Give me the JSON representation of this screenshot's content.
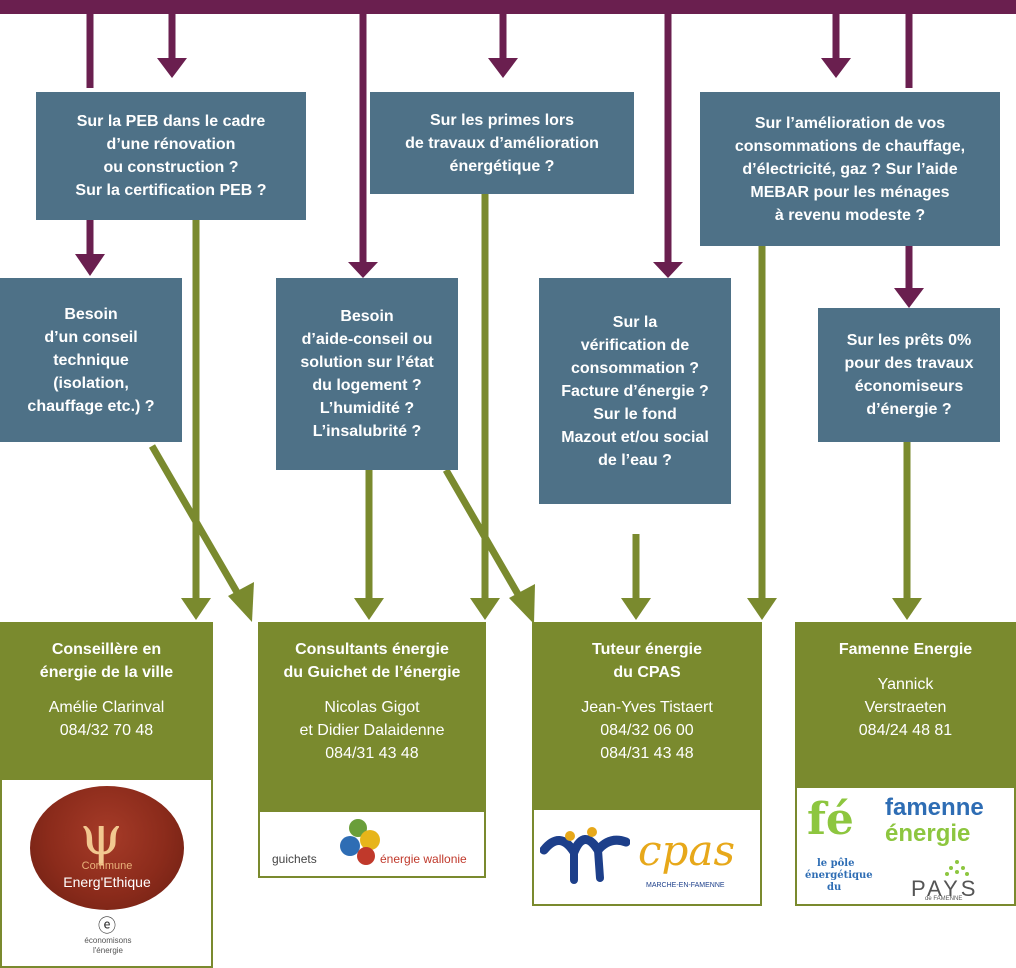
{
  "questions": [
    {
      "id": "peb",
      "lines": [
        "Sur la PEB dans le cadre",
        "d’une rénovation",
        "ou construction ?",
        "Sur la certification PEB ?"
      ]
    },
    {
      "id": "primes",
      "lines": [
        "Sur les primes lors",
        "de travaux d’amélioration",
        "énergétique ?"
      ]
    },
    {
      "id": "conso",
      "lines": [
        "Sur l’amélioration de vos",
        "consommations de chauffage,",
        "d’électricité, gaz ? Sur l’aide",
        "MEBAR pour les ménages",
        "à revenu modeste ?"
      ]
    },
    {
      "id": "conseil",
      "lines": [
        "Besoin",
        "d’un conseil",
        "technique",
        "(isolation,",
        "chauffage etc.) ?"
      ]
    },
    {
      "id": "logement",
      "lines": [
        "Besoin",
        "d’aide-conseil ou",
        "solution sur l’état",
        "du logement ?",
        "L’humidité ?",
        "L’insalubrité ?"
      ]
    },
    {
      "id": "verif",
      "lines": [
        "Sur la",
        "vérification de",
        "consommation ?",
        "Facture d’énergie ?",
        "Sur le fond",
        "Mazout et/ou social",
        "de l’eau ?"
      ]
    },
    {
      "id": "prets",
      "lines": [
        "Sur les prêts 0%",
        "pour des travaux",
        "économiseurs",
        "d’énergie ?"
      ]
    }
  ],
  "contacts": [
    {
      "title": [
        "Conseillère en",
        "énergie de la ville"
      ],
      "info": [
        "Amélie Clarinval",
        "084/32 70 48"
      ]
    },
    {
      "title": [
        "Consultants énergie",
        "du Guichet de l’énergie"
      ],
      "info": [
        "Nicolas Gigot",
        "et Didier Dalaidenne",
        "084/31 43 48"
      ]
    },
    {
      "title": [
        "Tuteur énergie",
        "du CPAS"
      ],
      "info": [
        "Jean-Yves Tistaert",
        "084/32 06 00",
        "084/31 43 48"
      ]
    },
    {
      "title": [
        "Famenne Energie"
      ],
      "info": [
        "Yannick",
        "Verstraeten",
        "084/24 48 81"
      ]
    }
  ],
  "logos": {
    "commune": {
      "line1": "Commune",
      "line2": "Energ'Ethique",
      "sub1": "économisons",
      "sub2": "l'énergie"
    },
    "guichets": {
      "left": "guichets",
      "right": "énergie wallonie"
    },
    "cpas": {
      "text": "cpas",
      "sub": "MARCHE-EN-FAMENNE"
    },
    "famenne": {
      "line1": "famenne",
      "line2": "énergie",
      "pole1": "le pôle",
      "pole2": "énergétique",
      "pole3": "du",
      "pays": "PAYS",
      "pays_sub": "de FAMENNE"
    }
  },
  "colors": {
    "purple": "#6a1f4f",
    "blue_box": "#4e7187",
    "olive": "#7a8a2e",
    "olive_box": "#7a8a2e",
    "brand_green": "#8dc63f",
    "brand_blue": "#2e6db4"
  }
}
